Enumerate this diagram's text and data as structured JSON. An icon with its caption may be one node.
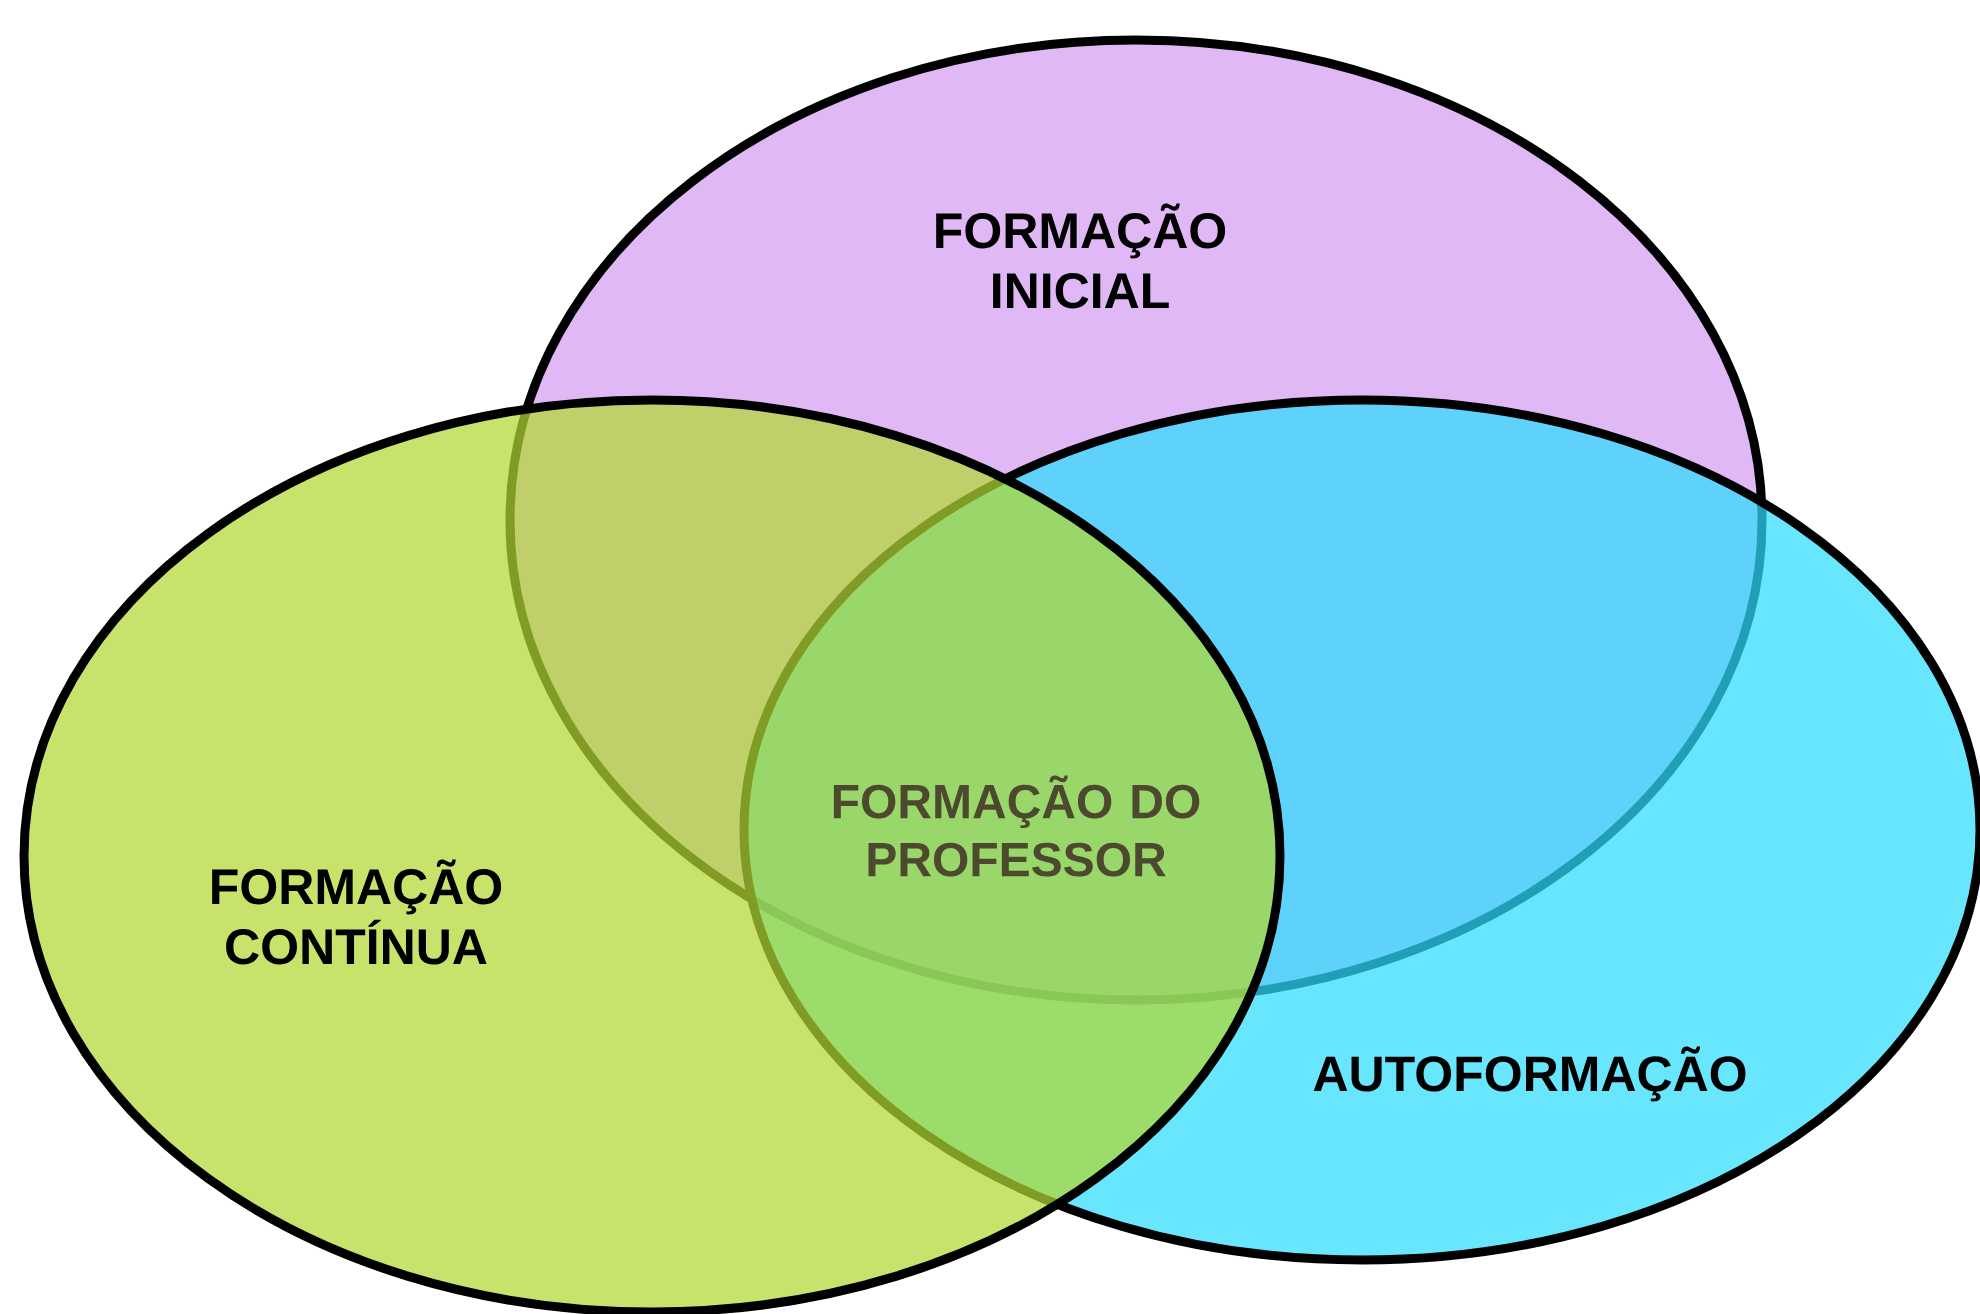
{
  "diagram": {
    "nodes": [
      {
        "text": [
          "FORMAÇÃO INICIAL"
        ]
      },
      {
        "text": [
          "FORMAÇÃO CONTÍNUA"
        ]
      },
      {
        "text": [
          "AUTOFORMAÇÃO"
        ]
      }
    ],
    "labels": [
      "FORMAÇÃO DO PROFESSOR"
    ]
  }
}
